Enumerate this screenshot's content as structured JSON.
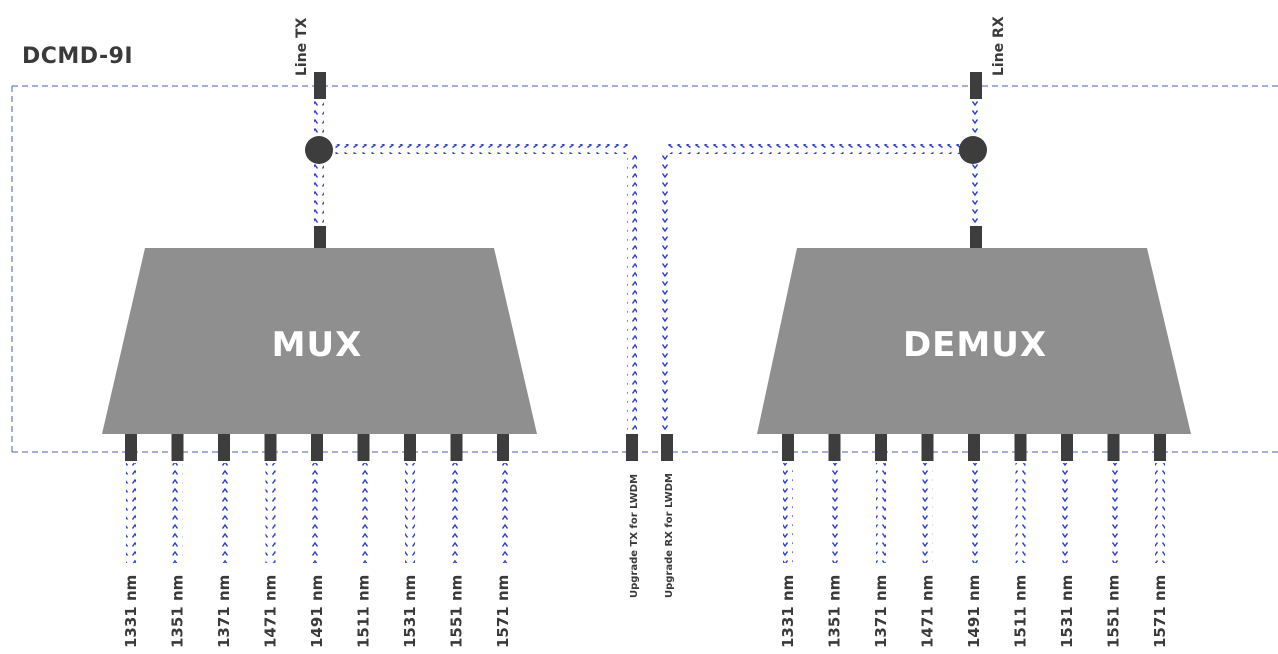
{
  "title": "DCMD-9I",
  "line_tx_label": "Line TX",
  "line_rx_label": "Line RX",
  "mux_label": "MUX",
  "demux_label": "DEMUX",
  "upgrade_tx_label": "Upgrade TX for LWDM",
  "upgrade_rx_label": "Upgrade RX for LWDM",
  "mux_channels": [
    "1331 nm",
    "1351 nm",
    "1371 nm",
    "1471 nm",
    "1491 nm",
    "1511 nm",
    "1531 nm",
    "1551 nm",
    "1571 nm"
  ],
  "demux_channels": [
    "1331 nm",
    "1351 nm",
    "1371 nm",
    "1471 nm",
    "1491 nm",
    "1511 nm",
    "1531 nm",
    "1551 nm",
    "1571 nm"
  ],
  "colors": {
    "block": "#8f8f8f",
    "port": "#3d3d3d",
    "arrow": "#2f3fc8",
    "border": "#4a5fc0"
  }
}
